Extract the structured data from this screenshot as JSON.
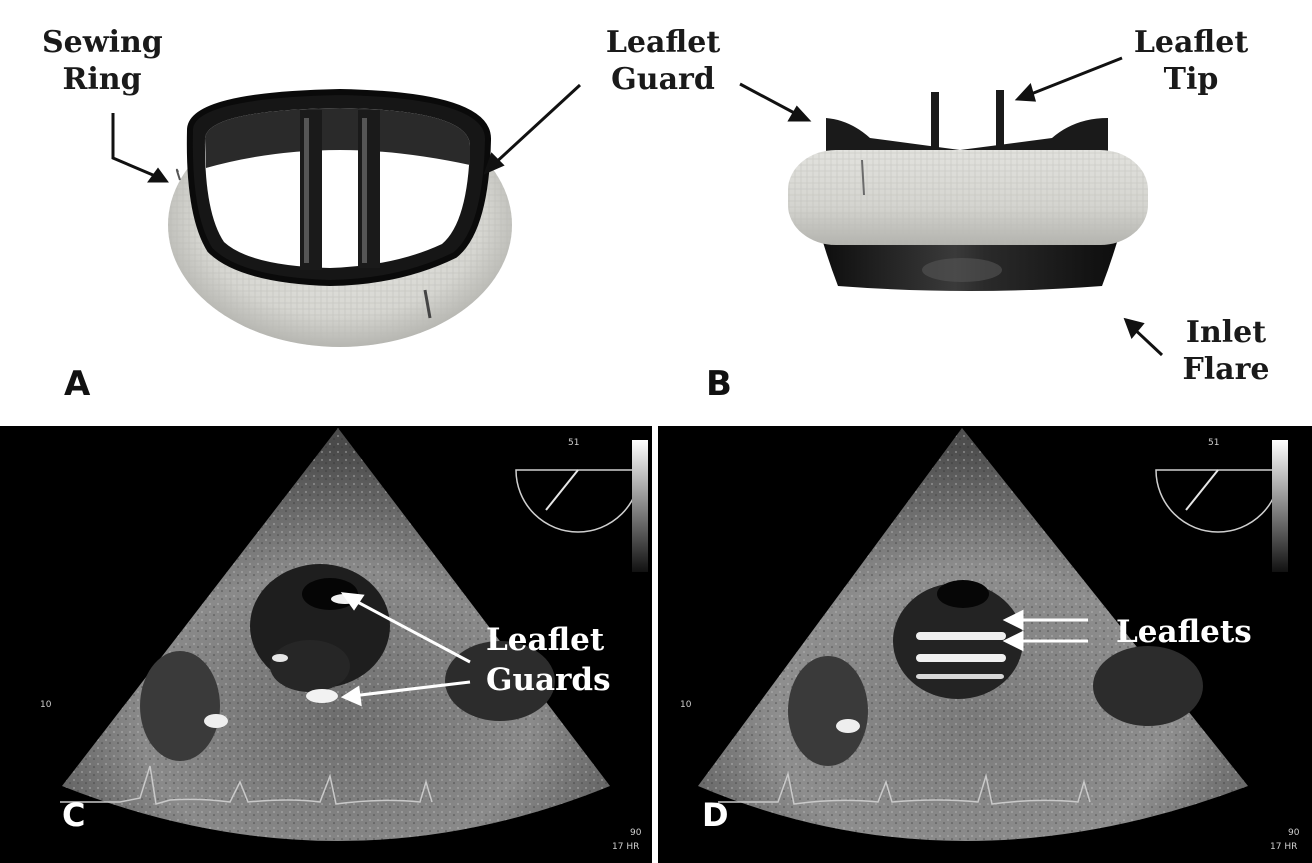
{
  "panel_a": {
    "letter": "A",
    "sewing_ring": [
      "Sewing",
      "Ring"
    ],
    "leaflet_guard": [
      "Leaflet",
      "Guard"
    ]
  },
  "panel_b": {
    "letter": "B",
    "leaflet_tip": [
      "Leaflet",
      "Tip"
    ],
    "inlet_flare": [
      "Inlet",
      "Flare"
    ]
  },
  "panel_c": {
    "letter": "C",
    "annotation": [
      "Leaflet",
      "Guards"
    ],
    "sector_angle": "51",
    "depth_marker": "10",
    "scale_top": "90",
    "scale_bottom": "17 HR"
  },
  "panel_d": {
    "letter": "D",
    "annotation": "Leaflets",
    "sector_angle": "51",
    "depth_marker": "10",
    "scale_top": "90",
    "scale_bottom": "17 HR"
  },
  "colors": {
    "fabric": "#d9d9d4",
    "housing": "#1c1c1c",
    "echo_bg": "#000000"
  }
}
